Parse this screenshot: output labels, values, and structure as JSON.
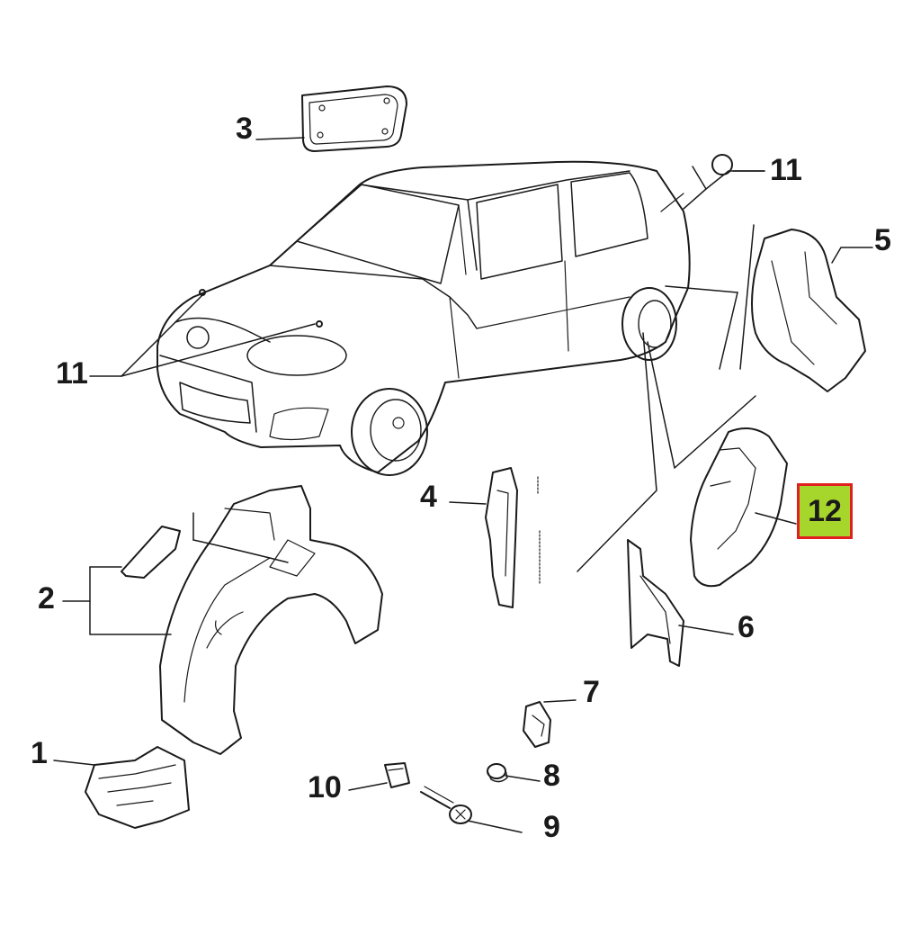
{
  "diagram": {
    "highlight_color": "#a6d62b",
    "highlight_border_color": "#e02020",
    "line_color": "#1a1a1a",
    "callouts": {
      "c1": "1",
      "c2": "2",
      "c3": "3",
      "c4": "4",
      "c5": "5",
      "c6": "6",
      "c7": "7",
      "c8": "8",
      "c9": "9",
      "c10": "10",
      "c11_top": "11",
      "c11_left": "11",
      "c12": "12"
    }
  }
}
